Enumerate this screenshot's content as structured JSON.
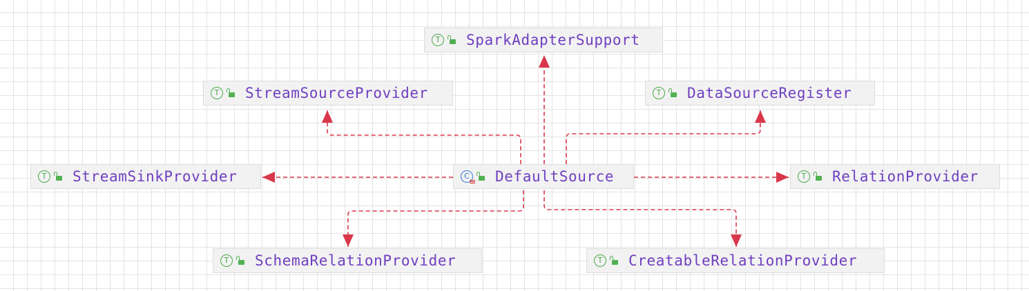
{
  "colors": {
    "edge": "#d9374a",
    "label": "#6f3fc0",
    "interface_icon": "#4caa4c",
    "class_icon": "#3a78d6",
    "node_fill": "#f2f2f2"
  },
  "diagram": {
    "center": {
      "name": "DefaultSource",
      "kind": "class",
      "kind_glyph": "C",
      "icon": "class-icon"
    },
    "nodes": [
      {
        "id": "spark-adapter-support",
        "name": "SparkAdapterSupport",
        "kind": "interface",
        "kind_glyph": "T"
      },
      {
        "id": "stream-source-provider",
        "name": "StreamSourceProvider",
        "kind": "interface",
        "kind_glyph": "T"
      },
      {
        "id": "data-source-register",
        "name": "DataSourceRegister",
        "kind": "interface",
        "kind_glyph": "T"
      },
      {
        "id": "stream-sink-provider",
        "name": "StreamSinkProvider",
        "kind": "interface",
        "kind_glyph": "T"
      },
      {
        "id": "relation-provider",
        "name": "RelationProvider",
        "kind": "interface",
        "kind_glyph": "T"
      },
      {
        "id": "schema-relation-provider",
        "name": "SchemaRelationProvider",
        "kind": "interface",
        "kind_glyph": "T"
      },
      {
        "id": "creatable-relation-provider",
        "name": "CreatableRelationProvider",
        "kind": "interface",
        "kind_glyph": "T"
      }
    ],
    "edges": [
      {
        "from": "DefaultSource",
        "to": "SparkAdapterSupport",
        "style": "dashed",
        "relation": "implements"
      },
      {
        "from": "DefaultSource",
        "to": "StreamSourceProvider",
        "style": "dashed",
        "relation": "implements"
      },
      {
        "from": "DefaultSource",
        "to": "DataSourceRegister",
        "style": "dashed",
        "relation": "implements"
      },
      {
        "from": "DefaultSource",
        "to": "StreamSinkProvider",
        "style": "dashed",
        "relation": "implements"
      },
      {
        "from": "DefaultSource",
        "to": "RelationProvider",
        "style": "dashed",
        "relation": "implements"
      },
      {
        "from": "DefaultSource",
        "to": "SchemaRelationProvider",
        "style": "dashed",
        "relation": "implements"
      },
      {
        "from": "DefaultSource",
        "to": "CreatableRelationProvider",
        "style": "dashed",
        "relation": "implements"
      }
    ]
  }
}
